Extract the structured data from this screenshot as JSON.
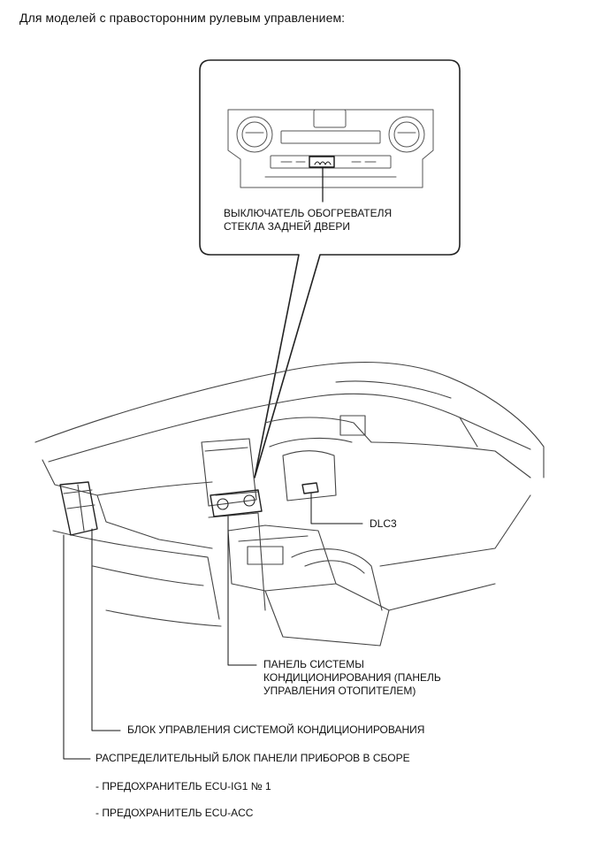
{
  "caption": "Для моделей с правосторонним рулевым управлением:",
  "callout": {
    "line1": "ВЫКЛЮЧАТЕЛЬ ОБОГРЕВАТЕЛЯ",
    "line2": "СТЕКЛА ЗАДНЕЙ ДВЕРИ"
  },
  "labels": {
    "dlc3": "DLC3",
    "ac_panel_1": "ПАНЕЛЬ СИСТЕМЫ",
    "ac_panel_2": "КОНДИЦИОНИРОВАНИЯ (ПАНЕЛЬ",
    "ac_panel_3": "УПРАВЛЕНИЯ ОТОПИТЕЛЕМ)",
    "ac_ecu": "БЛОК УПРАВЛЕНИЯ СИСТЕМОЙ КОНДИЦИОНИРОВАНИЯ",
    "junction_block": "РАСПРЕДЕЛИТЕЛЬНЫЙ БЛОК ПАНЕЛИ ПРИБОРОВ В СБОРЕ",
    "fuse_1": "- ПРЕДОХРАНИТЕЛЬ ECU-IG1 № 1",
    "fuse_2": "- ПРЕДОХРАНИТЕЛЬ ECU-ACC"
  }
}
